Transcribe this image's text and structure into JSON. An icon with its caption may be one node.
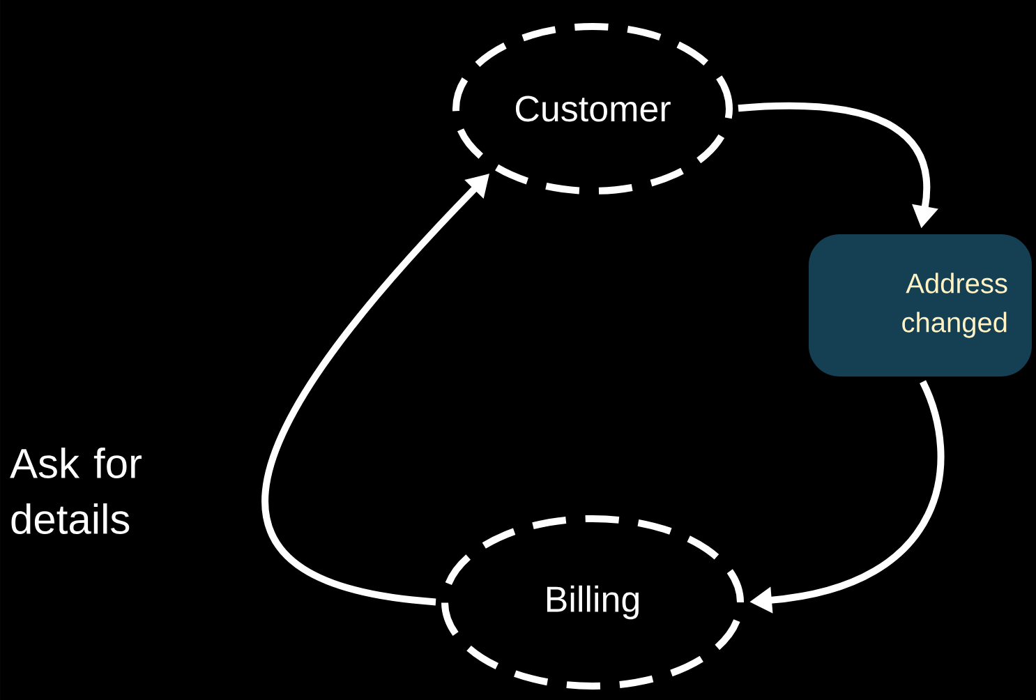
{
  "diagram": {
    "nodes": [
      {
        "text": [
          "Customer"
        ]
      },
      {
        "text": [
          "Address changed"
        ]
      },
      {
        "text": [
          "Billing"
        ]
      }
    ],
    "edges": [
      {
        "from": 0,
        "to": 1,
        "arrow": "to"
      },
      {
        "from": 1,
        "to": 2,
        "arrow": "to"
      },
      {
        "from": 2,
        "to": 0,
        "arrow": "to",
        "label": "Ask for details"
      }
    ]
  }
}
